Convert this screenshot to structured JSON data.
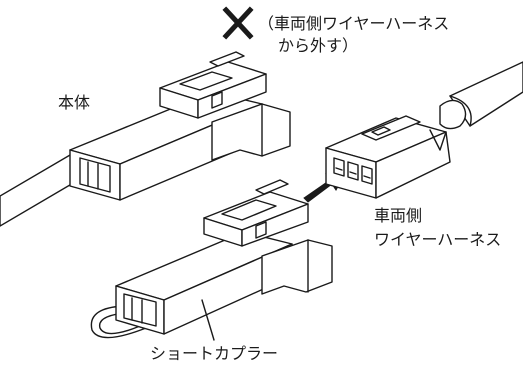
{
  "labels": {
    "prohibit_mark": "✕",
    "prohibit_note_line1": "（車両側ワイヤーハーネス",
    "prohibit_note_line2": "から外す）",
    "main_body": "本体",
    "vehicle_harness_line1": "車両側",
    "vehicle_harness_line2": "ワイヤーハーネス",
    "short_coupler": "ショートカプラー"
  }
}
